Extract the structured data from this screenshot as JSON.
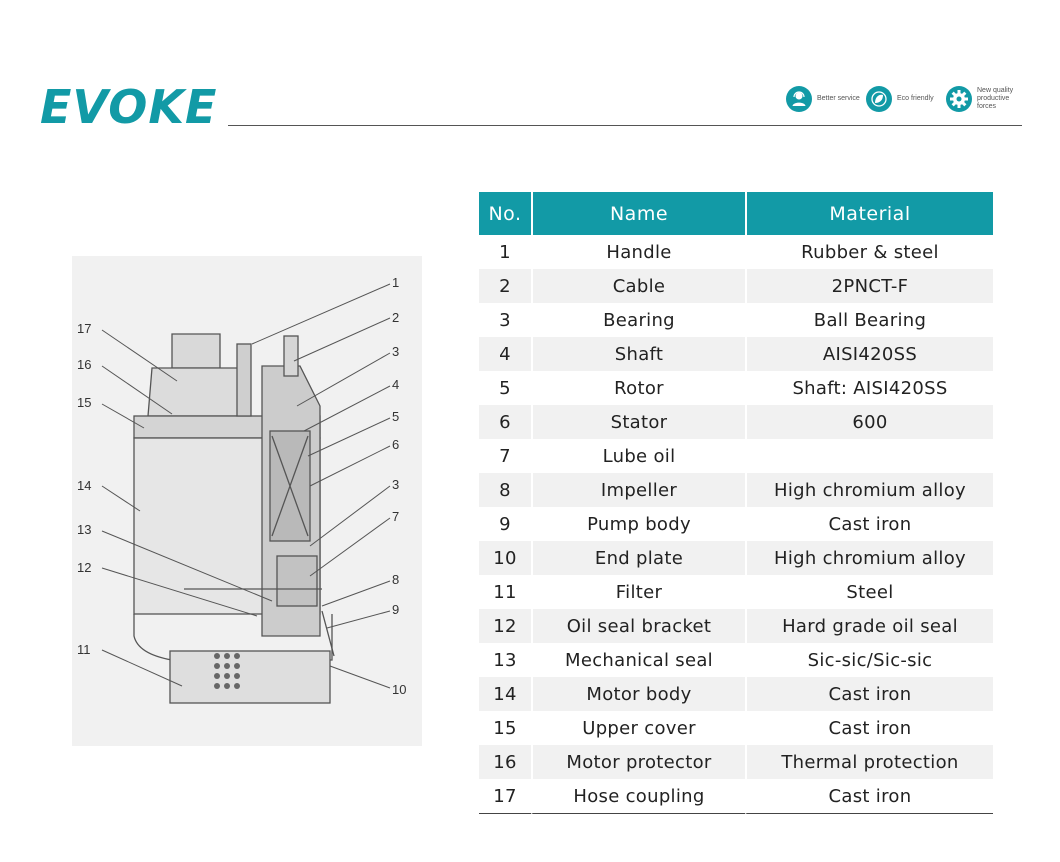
{
  "brand": {
    "logo": "EVOKE",
    "accent_color": "#129aa6"
  },
  "badges": [
    {
      "icon": "service-person-icon",
      "text": "Better service"
    },
    {
      "icon": "eco-leaf-icon",
      "text": "Eco friendly"
    },
    {
      "icon": "gear-icon",
      "text": "New quality productive forces"
    }
  ],
  "diagram": {
    "callouts": [
      "1",
      "2",
      "3",
      "4",
      "5",
      "6",
      "3",
      "7",
      "8",
      "9",
      "10",
      "11",
      "12",
      "13",
      "14",
      "15",
      "16",
      "17"
    ]
  },
  "table": {
    "headers": [
      "No.",
      "Name",
      "Material"
    ],
    "rows": [
      [
        "1",
        "Handle",
        "Rubber & steel"
      ],
      [
        "2",
        "Cable",
        "2PNCT-F"
      ],
      [
        "3",
        "Bearing",
        "Ball Bearing"
      ],
      [
        "4",
        "Shaft",
        "AISI420SS"
      ],
      [
        "5",
        "Rotor",
        "Shaft: AISI420SS"
      ],
      [
        "6",
        "Stator",
        "600"
      ],
      [
        "7",
        "Lube oil",
        ""
      ],
      [
        "8",
        "Impeller",
        "High chromium alloy"
      ],
      [
        "9",
        "Pump body",
        "Cast iron"
      ],
      [
        "10",
        "End plate",
        "High chromium alloy"
      ],
      [
        "11",
        "Filter",
        "Steel"
      ],
      [
        "12",
        "Oil seal bracket",
        "Hard grade oil seal"
      ],
      [
        "13",
        "Mechanical seal",
        "Sic-sic/Sic-sic"
      ],
      [
        "14",
        "Motor body",
        "Cast iron"
      ],
      [
        "15",
        "Upper cover",
        "Cast iron"
      ],
      [
        "16",
        "Motor protector",
        "Thermal protection"
      ],
      [
        "17",
        "Hose coupling",
        "Cast iron"
      ]
    ]
  }
}
